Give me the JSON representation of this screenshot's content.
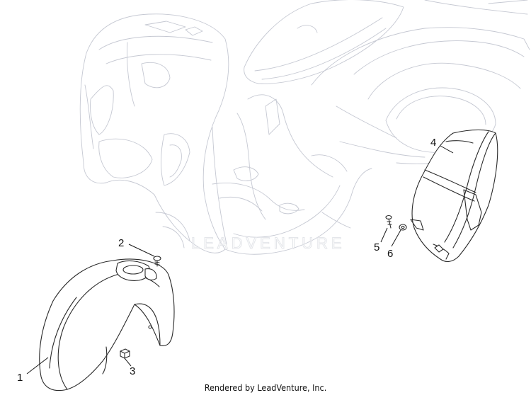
{
  "callouts": [
    {
      "id": "1",
      "label": "1"
    },
    {
      "id": "2",
      "label": "2"
    },
    {
      "id": "3",
      "label": "3"
    },
    {
      "id": "4",
      "label": "4"
    },
    {
      "id": "5",
      "label": "5"
    },
    {
      "id": "6",
      "label": "6"
    }
  ],
  "watermark": "LEADVENTURE",
  "footer": "Rendered by LeadVenture, Inc."
}
